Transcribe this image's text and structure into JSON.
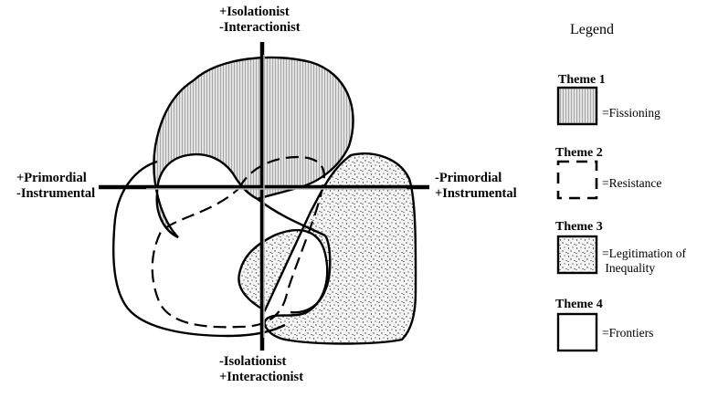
{
  "axes": {
    "top": [
      "+Isolationist",
      "-Interactionist"
    ],
    "bottom": [
      "-Isolationist",
      "+Interactionist"
    ],
    "left": [
      "+Primordial",
      "-Instrumental"
    ],
    "right": [
      "-Primordial",
      "+Instrumental"
    ]
  },
  "legend": {
    "title": "Legend",
    "themes": [
      {
        "title": "Theme 1",
        "desc": [
          "=Fissioning"
        ],
        "style": "vertical-hatch"
      },
      {
        "title": "Theme 2",
        "desc": [
          "=Resistance"
        ],
        "style": "dashed-outline"
      },
      {
        "title": "Theme 3",
        "desc": [
          "=Legitimation of",
          " Inequality"
        ],
        "style": "stipple"
      },
      {
        "title": "Theme 4",
        "desc": [
          "=Frontiers"
        ],
        "style": "solid-outline"
      }
    ]
  },
  "colors": {
    "ink": "#000000",
    "fission_fill": "#dcdcdc",
    "stipple_fill": "#f4f4f4"
  }
}
